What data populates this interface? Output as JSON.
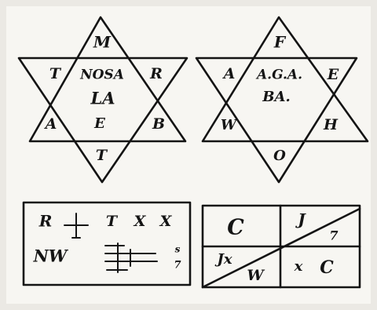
{
  "seals": {
    "left_star": {
      "top": "M",
      "upper_left": "T",
      "upper_right": "R",
      "lower_left": "A",
      "lower_right": "B",
      "bottom": "T",
      "center_line1": "NOSA",
      "center_line2": "LA",
      "center_line3": "E"
    },
    "right_star": {
      "top": "F",
      "upper_left": "A",
      "upper_right": "E",
      "lower_left": "W",
      "lower_right": "H",
      "bottom": "O",
      "center_line1": "A.G.A.",
      "center_line2": "BA."
    },
    "left_box": {
      "row1_a": "R",
      "row1_b": "T",
      "row1_c": "X",
      "row1_d": "X",
      "row2_a": "NW",
      "row2_b": "s",
      "row2_c": "7"
    },
    "right_box": {
      "top_left": "C",
      "top_right_a": "J",
      "top_right_b": "7",
      "bottom_left_a": "Jx",
      "bottom_left_b": "W",
      "bottom_right_a": "x",
      "bottom_right_b": "C"
    }
  }
}
